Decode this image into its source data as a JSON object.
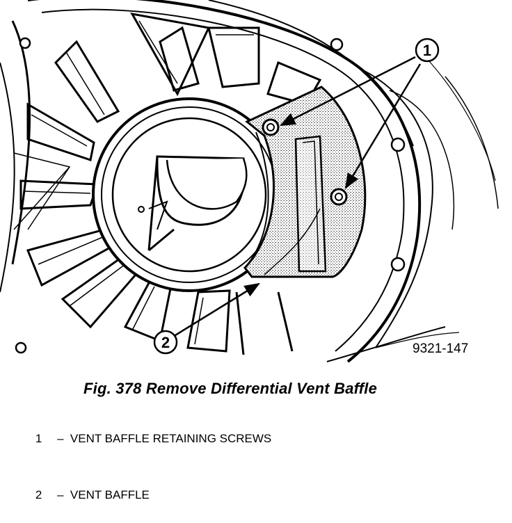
{
  "figure": {
    "caption": "Fig. 378 Remove Differential Vent Baffle",
    "part_number": "9321-147"
  },
  "callouts": [
    {
      "number": "1",
      "dash": "–",
      "label": "VENT BAFFLE RETAINING SCREWS"
    },
    {
      "number": "2",
      "dash": "–",
      "label": "VENT BAFFLE"
    }
  ]
}
